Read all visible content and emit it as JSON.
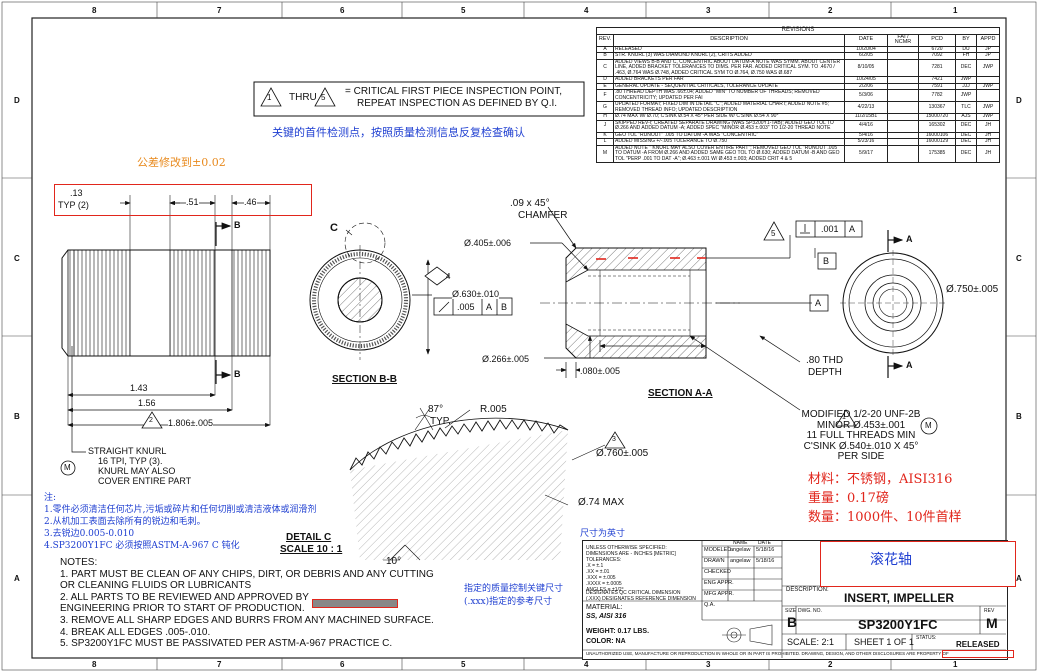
{
  "border": {
    "zones_top": [
      "8",
      "7",
      "6",
      "5",
      "4",
      "3",
      "2",
      "1"
    ],
    "zones_side": [
      "D",
      "C",
      "B",
      "A"
    ]
  },
  "revisions": {
    "title": "REVISIONS",
    "headers": [
      "REV.",
      "DESCRIPTION",
      "DATE",
      "FAI / NCMR",
      "PCD",
      "BY",
      "APPD"
    ],
    "rows": [
      [
        "A",
        "RELEASED",
        "10/20/04",
        "",
        "6720",
        "DU",
        "JP"
      ],
      [
        "B",
        "STR. KNURL (3) WAS DIAMOND KNURL (2), CRITS ADDED",
        "6/2/05",
        "",
        "7092",
        "FH",
        "JP"
      ],
      [
        "C",
        "ADDED VIEWS B-B AND C, CONCENTRIC ABOUT DATUM-A NOTE WAS SYMM. ABOUT CENTER LINE, ADDED BRACKET TOLERANCES TO DIMS. PER FAR. ADDED CRITICAL SYM. TO .4670 / .463, Ø.764 WAS Ø.748, ADDED CRITICAL SYM TO Ø.764, Ø.750 WAS Ø.687",
        "8/10/05",
        "",
        "7281",
        "DEC",
        "JWP"
      ],
      [
        "D",
        "ADDED BRACKETS PER FAR",
        "10/24/05",
        "",
        "7421",
        "JWP",
        ""
      ],
      [
        "E",
        "GENERAL UPDATE - SEQUENTIAL CRITICALS, TOLERANCE UPDATE",
        "2/2/06",
        "",
        "7591",
        "JJJ",
        "JWP"
      ],
      [
        "F",
        ".80 THREAD DEPTH WAS .66±.04; ADDED \"MIN\" TO NUMBER OF THREADS; REMOVED CONCENTRICITY; UPDATED PER FAI",
        "5/3/06",
        "",
        "7782",
        "JWP",
        ""
      ],
      [
        "G",
        "UPDATED FORMAT; FIXED DIM IN DETAIL \"C\"; ADDED MATERIAL CHART; ADDED NOTE #5; REMOVED THREAD INFO; UPDATED DESCRIPTION",
        "4/22/13",
        "",
        "130367",
        "TLC",
        "JWP"
      ],
      [
        "H",
        "Ø.74 MAX W/ Ø.70; C'SINK Ø.54 X 45° PER SIDE W/ C'SINK Ø.54 X 90°",
        "11/2/15B1",
        "",
        "15000720",
        "AJS",
        "JWP"
      ],
      [
        "J",
        "SKIPPED REV-I; CREATED SEPARATE DRAWING (WAS SP3200Y1-TAB); ADDED GEO TOL TO Ø.266 AND ADDED DATUM -A; ADDED SPEC \"MINOR Ø.453 ±.003\" TO 1/2-20 THREAD NOTE",
        "4/4/16",
        "",
        "165302",
        "DEC",
        "JH"
      ],
      [
        "K",
        "GEO TOL \"RUNOUT\" .005 TO DATUM -A WAS \"CONCENTRIC\"",
        "5/4/16",
        "",
        "16000106",
        "DEC",
        "JH"
      ],
      [
        "L",
        "ADDED MISSING +/-.005 TOLERANCE TO Ø.750",
        "5/23/16",
        "",
        "16000129",
        "DEC",
        "JH"
      ],
      [
        "M",
        "ADDED NOTE \" KNURL MAY ALSO COVER ENTIRE PART\"; REMOVED GEO TOL \"RUNOUT .005 TO DATUM -A FROM Ø.266 AND ADDED SAME GEO TOL TO Ø.630; ADDED DATUM -B AND GEO TOL \"PERP .001 TO DAT -A\"; Ø.463 ±.001 W/ Ø.453 ±.003; ADDED CRIT 4 & 5",
        "5/9/17",
        "",
        "175385",
        "DEC",
        "JH"
      ]
    ]
  },
  "critical_note": {
    "line1": "= CRITICAL FIRST PIECE INSPECTION POINT,",
    "line2": "REPEAT INSPECTION AS DEFINED BY Q.I.",
    "tri1": "1",
    "thru": "THRU",
    "tri5": "5",
    "cn_translation": "关键的首件检测点，按照质量检测信息反复检查确认"
  },
  "annotations": {
    "tolerance_change": "公差修改到±0.02",
    "unit_note": "尺寸为英寸",
    "quality_note_1": "指定的质量控制关键尺寸",
    "quality_note_2": "(.xxx)指定的参考尺寸",
    "material_cn": "材料：不锈钢，AISI316",
    "weight_cn": "重量：0.17磅",
    "qty_cn": "数量：1000件、10件首样",
    "part_name_cn": "滚花轴"
  },
  "left_view": {
    "dim_13": ".13",
    "typ2": "TYP (2)",
    "dim_51": ".51",
    "dim_46": ".46",
    "b_top": "B",
    "b_bottom": "B",
    "dim_143": "1.43",
    "dim_156": "1.56",
    "tri2": "2",
    "dim_1806": "1.806±.005",
    "knurl1": "STRAIGHT KNURL",
    "knurl2": "16 TPI, TYP (3).",
    "knurl3": "KNURL MAY ALSO",
    "knurl4": "COVER ENTIRE PART",
    "m_circle": "M"
  },
  "section_bb": {
    "c_label": "C",
    "title": "SECTION B-B",
    "tri4": "4",
    "dia630": "Ø.630±.010",
    "fcf_val": ".005",
    "fcf_a": "A",
    "fcf_b": "B"
  },
  "section_aa": {
    "chamfer1": ".09 x 45°",
    "chamfer2": "CHAMFER",
    "dia405": "Ø.405±.006",
    "dia266": "Ø.266±.005",
    "dim080": ".080±.005",
    "thd1": ".80 THD",
    "thd2": "DEPTH",
    "tri5": "5",
    "perp_val": ".001",
    "perp_a": "A",
    "datum_b": "B",
    "datum_a": "A",
    "title": "SECTION A-A",
    "a_top": "A",
    "a_bottom": "A",
    "dia750": "Ø.750±.005"
  },
  "thread_note": {
    "tri1": "1",
    "line1": "MODIFIED 1/2-20 UNF-2B",
    "line2": "MINOR Ø.453±.001",
    "line3": "11 FULL THREADS MIN",
    "line4": "C'SINK Ø.540±.010 X 45°",
    "line5": "PER SIDE",
    "m_circle": "M"
  },
  "detail_c": {
    "angle87": "87°",
    "typ": "TYP.",
    "r005": "R.005",
    "tri3": "3",
    "dia760": "Ø.760±.005",
    "dia74": "Ø.74 MAX",
    "angle10": "10°",
    "title1": "DETAIL C",
    "title2": "SCALE 10 : 1"
  },
  "cn_notes": {
    "head": "注:",
    "items": [
      "1.零件必须清洁任何芯片,污垢或碎片和任何切削或清洁液体或润滑剂",
      "2.从机加工表面去除所有的锐边和毛刺。",
      "3.去锐边0.005-0.010",
      "4.SP3200Y1FC 必须按照ASTM-A-967 C 钝化"
    ]
  },
  "notes": {
    "head": "NOTES:",
    "items": [
      "1.   PART MUST BE CLEAN OF ANY CHIPS, DIRT, OR DEBRIS AND ANY CUTTING",
      "      OR CLEANING FLUIDS OR LUBRICANTS",
      "2.   ALL PARTS TO BE REVIEWED AND APPROVED BY",
      "      ENGINEERING PRIOR TO START OF PRODUCTION.",
      "3.   REMOVE ALL SHARP EDGES AND BURRS FROM ANY MACHINED SURFACE.",
      "4.   BREAK ALL EDGES .005-.010.",
      "5.   SP3200Y1FC MUST BE PASSIVATED PER ASTM-A-967 PRACTICE C."
    ]
  },
  "title_block": {
    "tol_lines": [
      "UNLESS OTHERWISE SPECIFIED:",
      "DIMENSIONS ARE - INCHES [METRIC]",
      "TOLERANCES:",
      ".X    = ±.1",
      ".XX   = ±.01",
      ".XXX  = ±.005",
      ".XXXX = ±.0005",
      "ANGLES = ±1/2°"
    ],
    "crit_line1": "DESIGNATES QC CRITICAL DIMENSION",
    "crit_line2": "(.XXX) DESIGNATES REFERENCE DIMENSION",
    "name_hdr": "NAME",
    "date_hdr": "DATE",
    "rows": [
      [
        "MODELED",
        "angelaw",
        "5/18/16"
      ],
      [
        "DRAWN",
        "angelaw",
        "5/18/16"
      ],
      [
        "CHECKED",
        "",
        ""
      ],
      [
        "ENG APPR.",
        "",
        ""
      ],
      [
        "MFG APPR.",
        "",
        ""
      ],
      [
        "Q.A.",
        "",
        ""
      ]
    ],
    "material_label": "MATERIAL:",
    "material": "SS, AISI 316",
    "weight": "WEIGHT: 0.17 LBS.",
    "color": "COLOR: NA",
    "description_label": "DESCRIPTION:",
    "description": "INSERT, IMPELLER",
    "size_label": "SIZE",
    "size": "B",
    "dwg_label": "DWG. NO.",
    "dwg_no": "SP3200Y1FC",
    "rev_label": "REV",
    "rev": "M",
    "scale": "SCALE: 2:1",
    "sheet": "SHEET 1 OF 1",
    "status_label": "STATUS:",
    "status": "RELEASED",
    "disclaimer": "UNAUTHORIZED USE, MANUFACTURE OR REPRODUCTION IN WHOLE OR IN PART IS PROHIBITED. DRAWING, DESIGN, AND OTHER DISCLOSURES ARE PROPERTY OF"
  }
}
